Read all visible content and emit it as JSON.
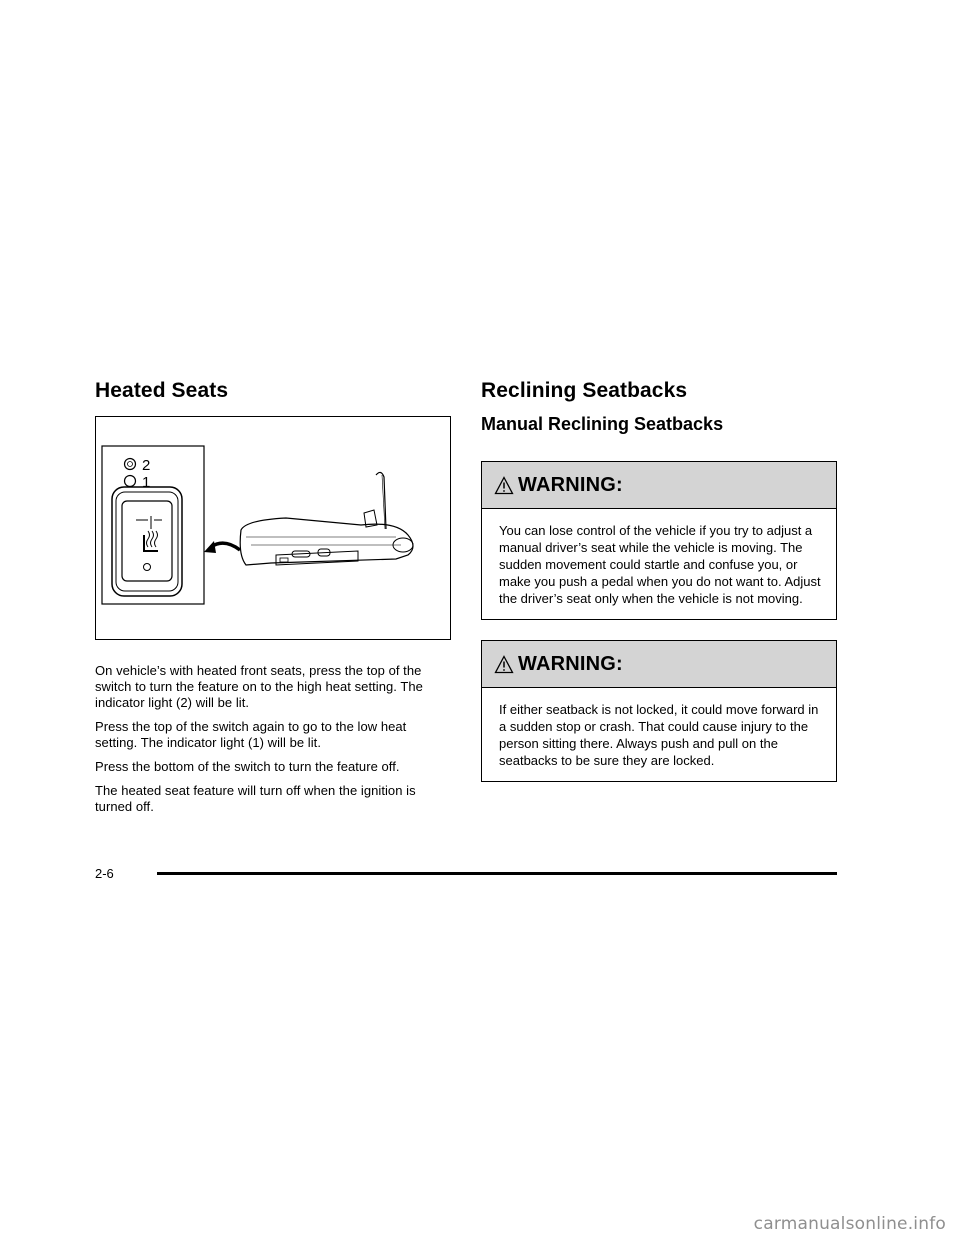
{
  "left": {
    "heading": "Heated Seats",
    "figure": {
      "indicator_high": "2",
      "indicator_low": "1"
    },
    "paragraphs": [
      "On vehicle’s with heated front seats, press the top of the switch to turn the feature on to the high heat setting. The indicator light (2) will be lit.",
      "Press the top of the switch again to go to the low heat setting. The indicator light (1) will be lit.",
      "Press the bottom of the switch to turn the feature off.",
      "The heated seat feature will turn off when the ignition is turned off."
    ]
  },
  "right": {
    "heading": "Reclining Seatbacks",
    "subheading": "Manual Reclining Seatbacks",
    "warnings": [
      {
        "label": "WARNING:",
        "text": "You can lose control of the vehicle if you try to adjust a manual driver’s seat while the vehicle is moving. The sudden movement could startle and confuse you, or make you push a pedal when you do not want to. Adjust the driver’s seat only when the vehicle is not moving."
      },
      {
        "label": "WARNING:",
        "text": "If either seatback is not locked, it could move forward in a sudden stop or crash. That could cause injury to the person sitting there. Always push and pull on the seatbacks to be sure they are locked."
      }
    ]
  },
  "footer": {
    "page_number": "2-6"
  },
  "watermark": "carmanualsonline.info",
  "icons": [
    "warning-triangle-icon",
    "seat-heat-icon",
    "arrow-icon"
  ]
}
